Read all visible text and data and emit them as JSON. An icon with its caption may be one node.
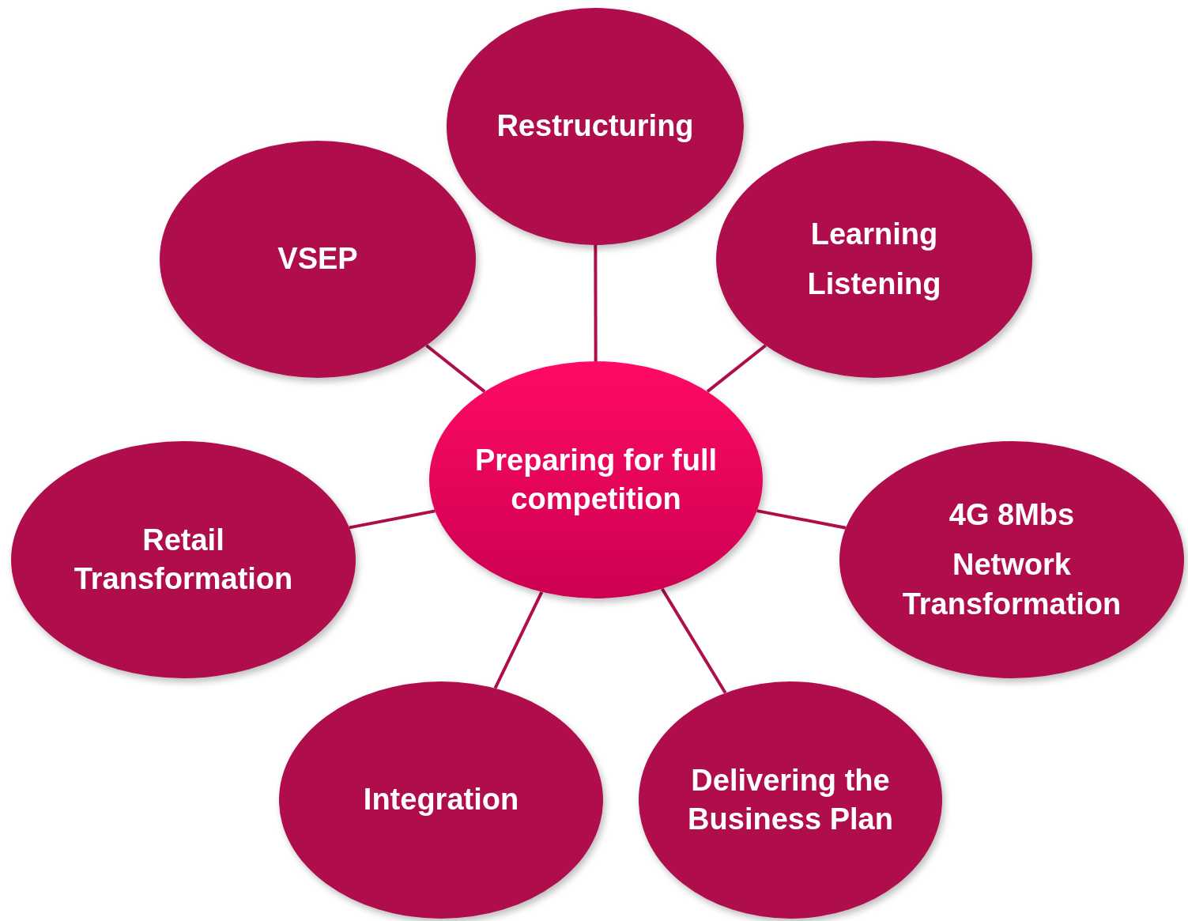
{
  "diagram": {
    "nodes": [
      {
        "text": [
          "Restructuring"
        ]
      },
      {
        "text": [
          "VSEP"
        ]
      },
      {
        "text": [
          "Learning",
          "Listening"
        ]
      },
      {
        "text": [
          "Preparing for full competition"
        ]
      },
      {
        "text": [
          "Retail Transformation"
        ]
      },
      {
        "text": [
          "4G 8Mbs",
          "Network Transformation"
        ]
      },
      {
        "text": [
          "Integration"
        ]
      },
      {
        "text": [
          "Delivering the Business Plan"
        ]
      }
    ],
    "edges": [
      {
        "from": 3,
        "to": 0,
        "arrow": "none"
      },
      {
        "from": 3,
        "to": 1,
        "arrow": "none"
      },
      {
        "from": 3,
        "to": 2,
        "arrow": "none"
      },
      {
        "from": 3,
        "to": 4,
        "arrow": "none"
      },
      {
        "from": 3,
        "to": 5,
        "arrow": "none"
      },
      {
        "from": 3,
        "to": 6,
        "arrow": "none"
      },
      {
        "from": 3,
        "to": 7,
        "arrow": "none"
      }
    ]
  }
}
